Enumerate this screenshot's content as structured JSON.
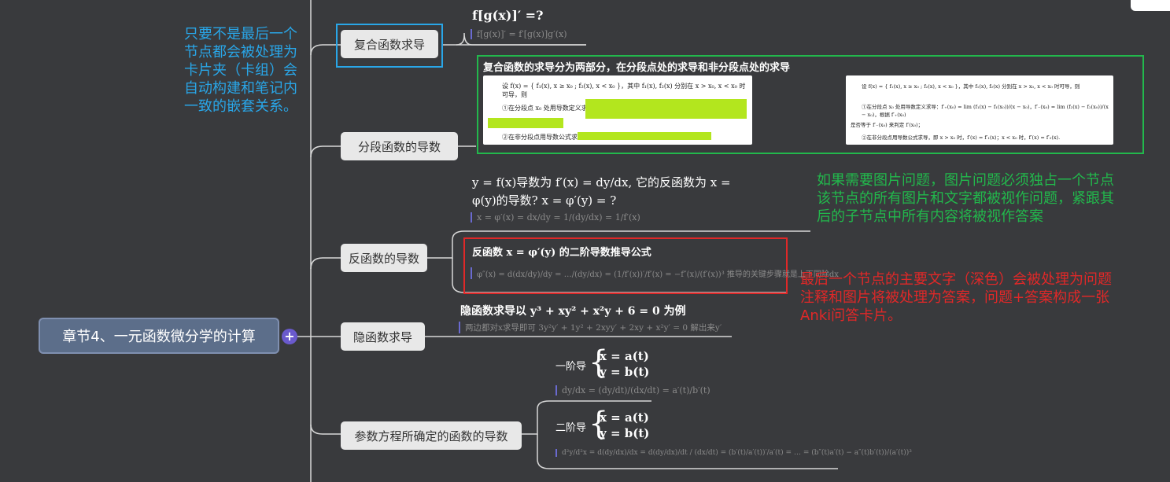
{
  "root": {
    "label": "章节4、一元函数微分学的计算",
    "expand_symbol": "+"
  },
  "branches": [
    {
      "label": "复合函数求导"
    },
    {
      "label": "分段函数的导数"
    },
    {
      "label": "反函数的导数"
    },
    {
      "label": "隐函数求导"
    },
    {
      "label": "参数方程所确定的函数的导数"
    }
  ],
  "composite": {
    "question": "f[g(x)]′ =?",
    "answer": "f[g(x)]′ = f′[g(x)]g′(x)"
  },
  "piecewise": {
    "title": "复合函数的求导分为两部分，在分段点处的求导和非分段点处的求导",
    "img1": {
      "line1": "设 f(x) = { f₁(x), x ≥ x₀ ; f₂(x), x < x₀ }，其中 f₁(x), f₂(x) 分别在 x > x₀, x < x₀ 时可导，则",
      "line2": "①在分段点 x₀ 处用导数定义求导：",
      "line3": "②在非分段点用导数公式求导："
    },
    "img2": {
      "line1": "设 f(x) = { f₁(x), x ≥ x₀ ; f₂(x), x < x₀ }，其中 f₁(x), f₂(x) 分别在 x > x₀, x < x₀ 时可导，则",
      "line2": "①在分段点 x₀ 处用导数定义求导：f′₊(x₀) = lim (f₁(x) − f₁(x₀))/(x − x₀)，f′₋(x₀) = lim (f₂(x) − f₂(x₀))/(x − x₀)，根据 f′₊(x₀)",
      "line3": "是否等于 f′₋(x₀) 来判定 f′(x₀)；",
      "line4": "②在非分段点用导数公式求导，即 x > x₀ 时，f′(x) = f′₁(x)；x < x₀ 时，f′(x) = f′₂(x)."
    }
  },
  "inverse": {
    "question_line1": "y = f(x)导数为 f′(x) = dy/dx, 它的反函数为 x =",
    "question_line2": "φ(y)的导数? x = φ′(y) = ?",
    "answer1": "x = φ′(x) = dx/dy = 1/(dy/dx) = 1/f′(x)",
    "sub_title": "反函数 x = φ′(y) 的二阶导数推导公式",
    "sub_answer": "φ″(x) = d(dx/dy)/dy = …/(dy/dx) = (1/f′(x))′/f′(x) = −f″(x)/(f′(x))³ 推导的关键步骤就是上下同除dx"
  },
  "implicit": {
    "question": "隐函数求导以 y³ + xy² + x²y + 6 = 0 为例",
    "answer": "两边都对x求导即可 3y²y′ + 1y² + 2xyy′ + 2xy + x²y′ = 0 解出来y′"
  },
  "parametric": {
    "first_label": "一阶导",
    "eq1": "x = a(t)",
    "eq2": "y = b(t)",
    "first_answer": "dy/dx = (dy/dt)/(dx/dt) = a′(t)/b′(t)",
    "second_label": "二阶导",
    "second_answer": "d²y/d²x = d(dy/dx)/dx = d(dy/dx)/dt / (dx/dt) = (b′(t)/a′(t))′/a′(t) = … = (b″(t)a′(t) − a″(t)b′(t))/(a′(t))³"
  },
  "notes": {
    "blue": [
      "只要不是最后一个",
      "节点都会被处理为",
      "卡片夹（卡组）会",
      "自动构建和笔记内",
      "一致的嵌套关系。"
    ],
    "green": [
      "如果需要图片问题，图片问题必须独占一个节点",
      "该节点的所有图片和文字都被视作问题，紧跟其",
      "后的子节点中所有内容将被视作答案"
    ],
    "red": [
      "最后一个节点的主要文字（深色）会被处理为问题",
      "注释和图片将被处理为答案，问题+答案构成一张",
      "Anki问答卡片。"
    ]
  },
  "colors": {
    "background": "#393a3d",
    "root": "#5c6e8a",
    "blue": "#29a6e8",
    "green": "#22b84c",
    "red": "#e02828",
    "accent": "#6a5acd"
  }
}
